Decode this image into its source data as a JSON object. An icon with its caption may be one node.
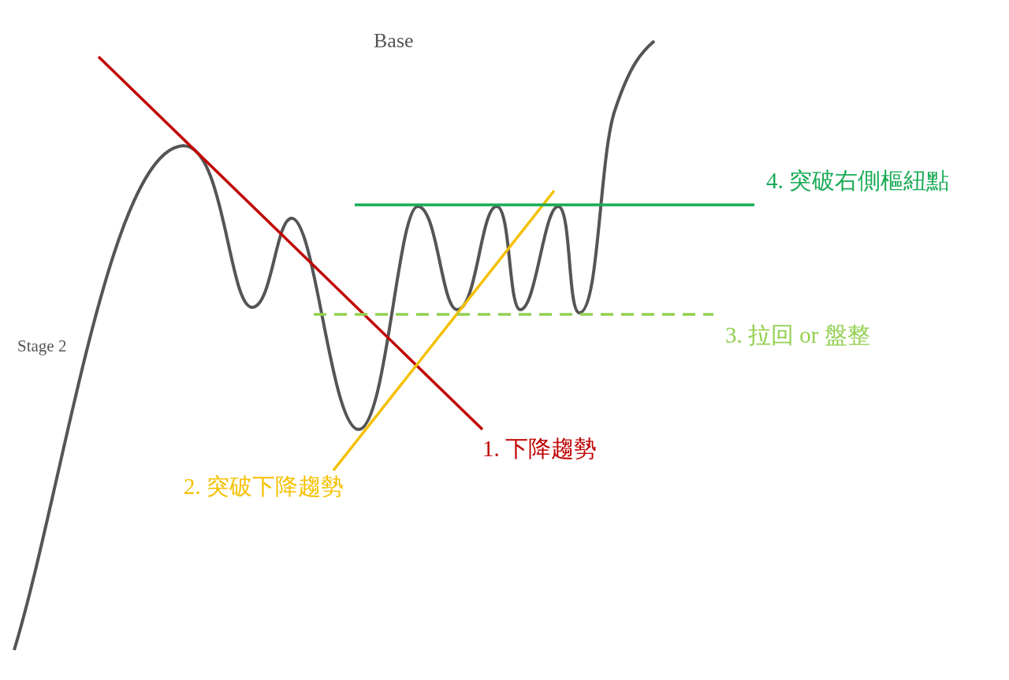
{
  "diagram": {
    "labels": [
      "Base",
      "4. 突破右側樞紐點",
      "3. 拉回 or 盤整",
      "Stage 2",
      "1. 下降趨勢",
      "2. 突破下降趨勢"
    ]
  }
}
